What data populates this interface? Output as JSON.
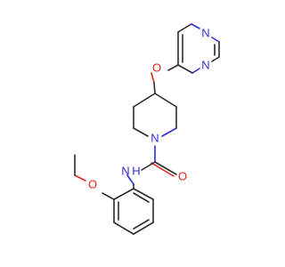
{
  "colors": {
    "carbon_bond": "#2b2b2b",
    "nitrogen": "#2f2fd6",
    "oxygen": "#e8221a",
    "background": "#ffffff"
  },
  "atoms": {
    "pyrazine_n_top": "N",
    "pyrazine_n_right": "N",
    "ether_o_top": "O",
    "piperidine_n": "N",
    "carbonyl_o": "O",
    "amide_nh": "N H",
    "ethoxy_o": "O"
  }
}
